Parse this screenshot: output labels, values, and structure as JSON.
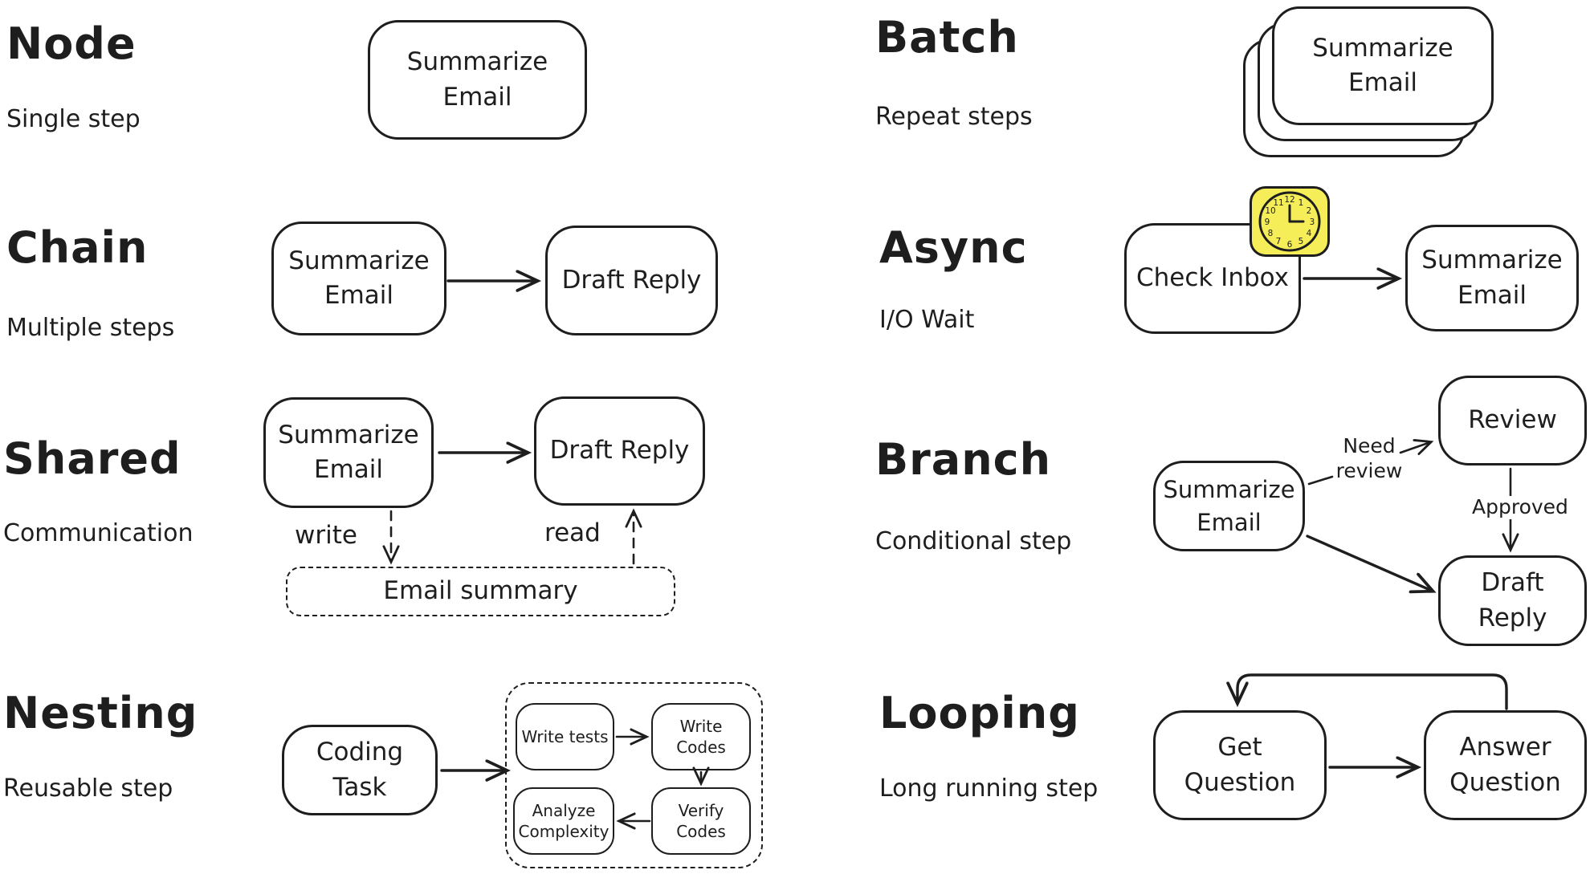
{
  "canvas": {
    "background": "#ffffff",
    "stroke_color": "#1e1e1e",
    "sticker_yellow": "#f5ee58"
  },
  "sections": {
    "node": {
      "title": "Node",
      "subtitle": "Single step",
      "box": "Summarize Email"
    },
    "chain": {
      "title": "Chain",
      "subtitle": "Multiple steps",
      "box1": "Summarize Email",
      "box2": "Draft Reply"
    },
    "shared": {
      "title": "Shared",
      "subtitle": "Communication",
      "box1": "Summarize Email",
      "box2": "Draft Reply",
      "write_label": "write",
      "read_label": "read",
      "store": "Email summary"
    },
    "nesting": {
      "title": "Nesting",
      "subtitle": "Reusable step",
      "box": "Coding Task",
      "inner1": "Write tests",
      "inner2": "Write Codes",
      "inner3": "Verify Codes",
      "inner4": "Analyze Complexity"
    },
    "batch": {
      "title": "Batch",
      "subtitle": "Repeat steps",
      "box": "Summarize Email"
    },
    "async": {
      "title": "Async",
      "subtitle": "I/O Wait",
      "box1": "Check Inbox",
      "box2": "Summarize Email",
      "clock_numbers": [
        "12",
        "1",
        "2",
        "3",
        "4",
        "5",
        "6",
        "7",
        "8",
        "9",
        "10",
        "11"
      ]
    },
    "branch": {
      "title": "Branch",
      "subtitle": "Conditional step",
      "box1": "Summarize Email",
      "box2": "Review",
      "box3": "Draft Reply",
      "need_review_label": "Need review",
      "approved_label": "Approved"
    },
    "looping": {
      "title": "Looping",
      "subtitle": "Long running step",
      "box1": "Get Question",
      "box2": "Answer Question"
    }
  }
}
